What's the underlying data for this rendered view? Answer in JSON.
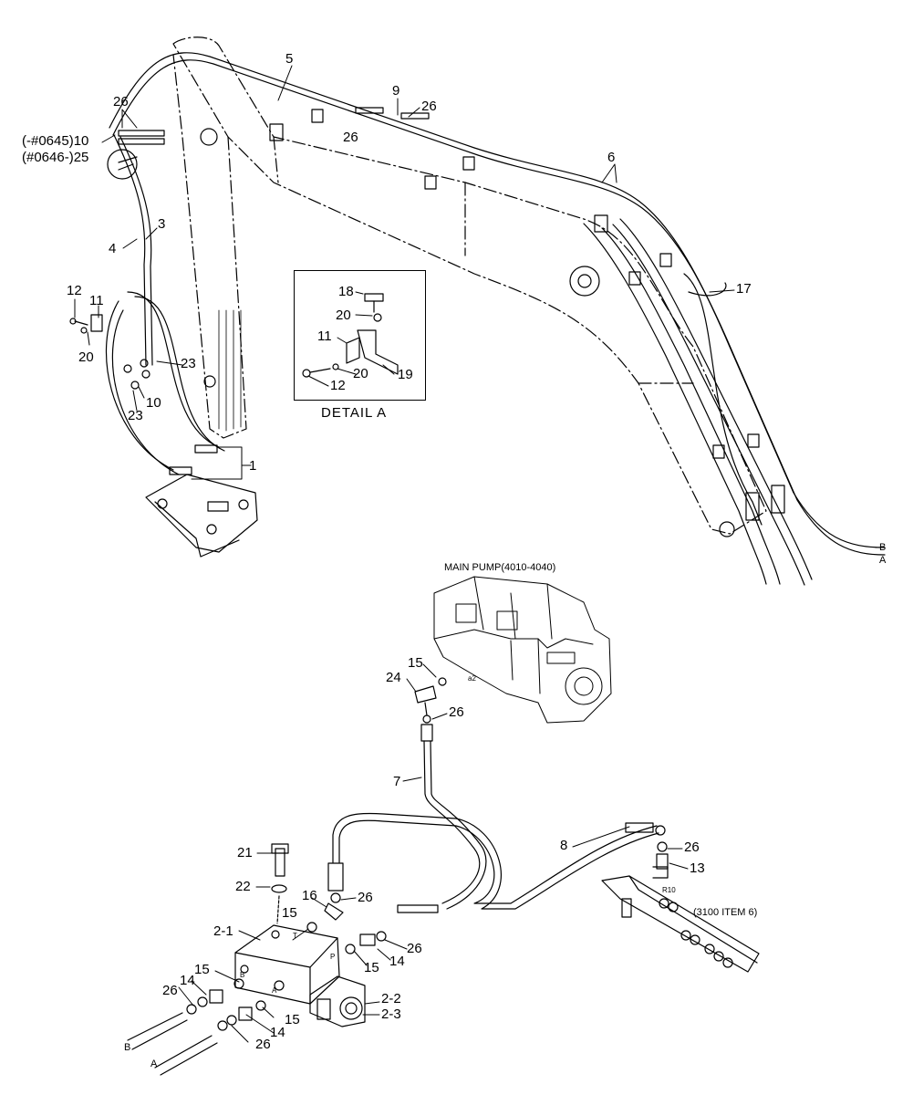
{
  "diagram": {
    "detail_caption": "DETAIL  A",
    "main_pump_label": "MAIN PUMP(4010-4040)",
    "reference_label": "(3100 ITEM 6)",
    "serial_range_1": "(-#0645)10",
    "serial_range_2": "(#0646-)25",
    "port_labels": {
      "T": "T",
      "P": "P",
      "A": "A",
      "B": "B",
      "R10": "R10",
      "a2": "a2"
    },
    "end_labels": {
      "B_top": "B",
      "A_top": "A",
      "B_bottom": "B",
      "A_bottom": "A"
    },
    "callouts": {
      "c26_top": "26",
      "c5": "5",
      "c9": "9",
      "c26_r": "26",
      "c26_mid": "26",
      "c6": "6",
      "c3": "3",
      "c4": "4",
      "c12": "12",
      "c11": "11",
      "c20": "20",
      "c23a": "23",
      "c10": "10",
      "c23b": "23",
      "c1": "1",
      "c17": "17",
      "d18": "18",
      "d20a": "20",
      "d11": "11",
      "d20b": "20",
      "d19": "19",
      "d12": "12",
      "p15": "15",
      "p24": "24",
      "p26": "26",
      "c7": "7",
      "c8": "8",
      "v21": "21",
      "v22": "22",
      "v26a": "26",
      "v13": "13",
      "v16": "16",
      "v26b": "26",
      "v15a": "15",
      "v2_1": "2-1",
      "v26c": "26",
      "v14a": "14",
      "v15b": "15",
      "v15c": "15",
      "v14b": "14",
      "v26d": "26",
      "v2_2": "2-2",
      "v2_3": "2-3",
      "v15d": "15",
      "v14c": "14",
      "v26e": "26"
    }
  }
}
